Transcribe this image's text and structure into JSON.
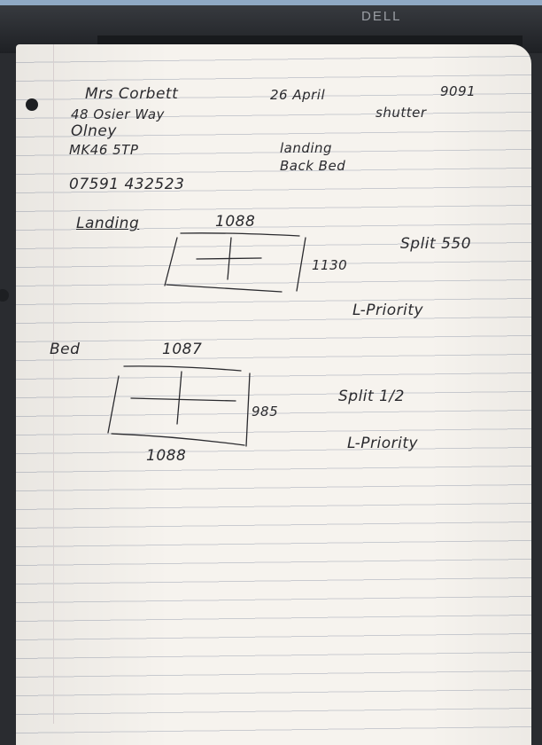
{
  "laptop": {
    "brand": "DELL"
  },
  "note": {
    "customer_name": "Mrs Corbett",
    "address_line1": "48 Osier Way",
    "address_line2": "Olney",
    "postcode": "MK46 5TP",
    "phone": "07591 432523",
    "date": "26 April",
    "ref_number": "9091",
    "product": "shutter",
    "rooms_line1": "landing",
    "rooms_line2": "Back Bed",
    "windows": [
      {
        "label": "Landing",
        "width_top": "1088",
        "height": "1130",
        "split": "Split 550",
        "priority": "L-Priority"
      },
      {
        "label": "Bed",
        "width_top": "1087",
        "height": "985",
        "width_bottom": "1088",
        "split": "Split 1/2",
        "priority": "L-Priority"
      }
    ]
  }
}
